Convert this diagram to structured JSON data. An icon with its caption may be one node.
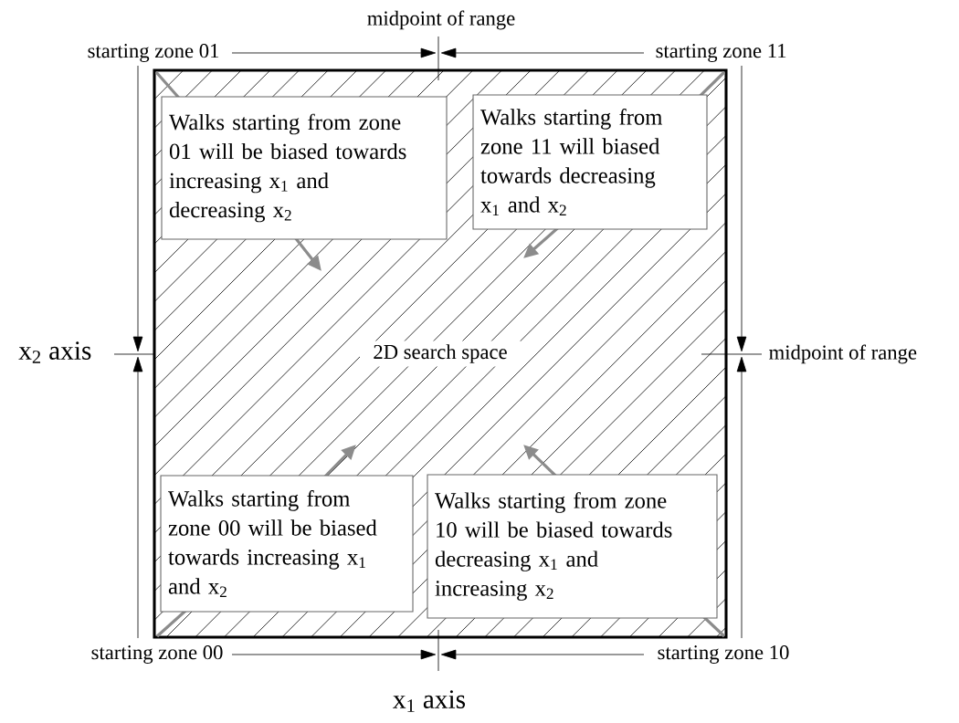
{
  "diagram": {
    "nodes": [
      {
        "text": [
          "2D search space"
        ]
      },
      {
        "text": [
          "Walks starting from zone 01 will be biased towards increasing x$_{1}$ and decreasing x$_{2}$"
        ],
        "in": 0
      },
      {
        "text": [
          "Walks starting from zone 11 will biased towards decreasing x$_{1}$ and x$_{2}$"
        ],
        "in": 0
      },
      {
        "text": [
          "Walks starting from zone 00 will be biased towards increasing x$_{1}$ and x$_{2}$"
        ],
        "in": 0
      },
      {
        "text": [
          "Walks starting from zone 10 will be biased towards decreasing x$_{1}$ and increasing x$_{2}$"
        ],
        "in": 0
      }
    ],
    "labels": [
      "midpoint of range",
      "starting zone 01",
      "starting zone 11",
      "x$_{2}$ axis",
      "midpoint of range",
      "starting zone 00",
      "starting zone 10",
      "x$_{1}$ axis"
    ]
  }
}
